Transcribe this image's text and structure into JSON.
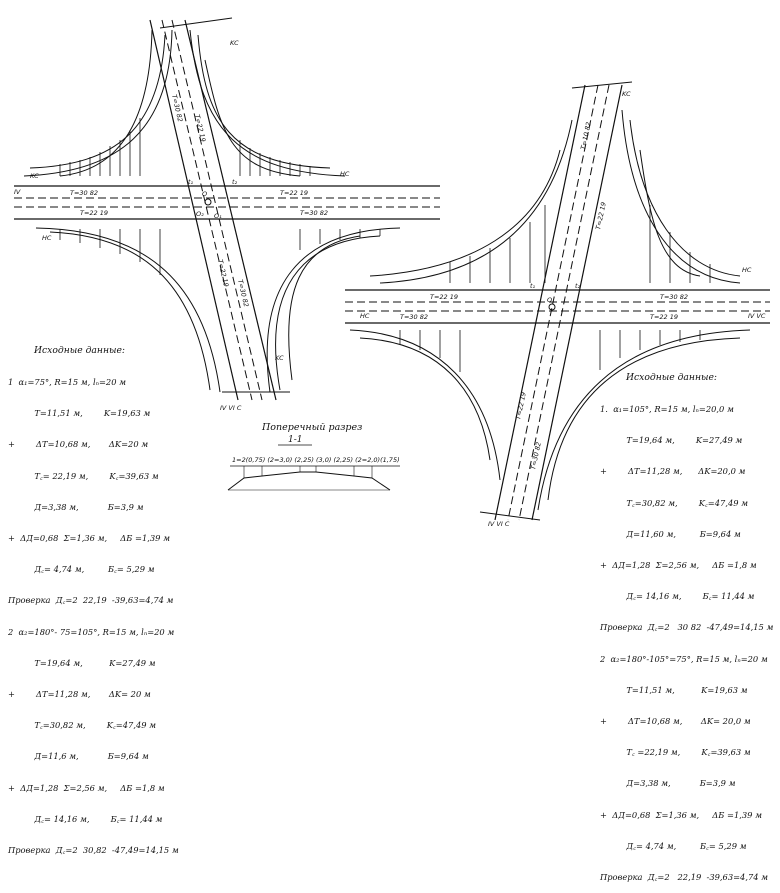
{
  "left_data": {
    "heading": "Исходные данные:",
    "lines": [
      "1  α₁=75°, R=15 м, lₙ=20 м",
      "          T=11,51 м,        K=19,63 м",
      "+        ΔT=10,68 м,       ΔK=20 м",
      "          T꜀= 22,19 м,        K꜀=39,63 м",
      "          Д=3,38 м,           Б=3,9 м",
      "+  ΔД=0,68  Σ=1,36 м,     ΔБ =1,39 м",
      "          Д꜀= 4,74 м,         Б꜀= 5,29 м",
      "Проверка  Д꜀=2  22,19  -39,63=4,74 м",
      "2  α₂=180°- 75=105°, R=15 м, lₙ=20 м",
      "          T=19,64 м,          K=27,49 м",
      "+        ΔT=11,28 м,       ΔK= 20 м",
      "          T꜀=30,82 м,        K꜀=47,49 м",
      "          Д=11,6 м,           Б=9,64 м",
      "+  ΔД=1,28  Σ=2,56 м,     ΔБ =1,8 м",
      "          Д꜀= 14,16 м,        Б꜀= 11,44 м",
      "Проверка  Д꜀=2  30,82  -47,49=14,15 м"
    ]
  },
  "right_data": {
    "heading": "Исходные данные:",
    "lines": [
      "1.  α₁=105°, R=15 м, lₙ=20,0 м",
      "          T=19,64 м,        K=27,49 м",
      "+        ΔT=11,28 м,      ΔK=20,0 м",
      "          T꜀=30,82 м,        K꜀=47,49 м",
      "          Д=11,60 м,         Б=9,64 м",
      "+  ΔД=1,28  Σ=2,56 м,     ΔБ =1,8 м",
      "          Д꜀= 14,16 м,        Б꜀= 11,44 м",
      "Проверка  Д꜀=2   30 82  -47,49=14,15 м",
      "2  α₂=180°-105°=75°, R=15 м, lₙ=20 м",
      "          T=11,51 м,          K=19,63 м",
      "+        ΔT=10,68 м,       ΔK= 20,0 м",
      "          T꜀ =22,19 м,        K꜀=39,63 м",
      "          Д=3,38 м,           Б=3,9 м",
      "+  ΔД=0,68  Σ=1,36 м,     ΔБ =1,39 м",
      "          Д꜀= 4,74 м,         Б꜀= 5,29 м",
      "Проверка  Д꜀=2   22,19  -39,63=4,74 м"
    ]
  },
  "section": {
    "title": "Поперечный разрез",
    "subtitle": "1-1",
    "dims": "1=2(0,75) (2=3,0) (2,25) (3,0) (2,25) (2=2,0)(1,75)"
  },
  "left_plan": {
    "road_t1": "T=30 82",
    "road_t2": "T=22 19",
    "road_t3": "T=22 19",
    "road_t4": "T=30 82",
    "diag_t1": "T=30 82",
    "diag_t2": "T=22 19",
    "diag_t3": "T=22 19",
    "diag_t4": "T=30 82",
    "kc": "KC",
    "nc": "HC",
    "corner_bl": "IV VI C",
    "corner_tl": "IV",
    "pt_o": "O",
    "pt_t1": "t₁",
    "pt_t2": "t₂",
    "pt_o1": "O₁",
    "pt_o2": "O₂"
  },
  "right_plan": {
    "road_t1": "T=22 19",
    "road_t2": "T=30 82",
    "road_t3": "T=30 82",
    "road_t4": "T=22 19",
    "diag_t1": "T=10 82",
    "diag_t2": "T=22 19",
    "diag_t3": "T=22 19",
    "diag_t4": "T=30 82",
    "kc": "KC",
    "nc": "HC",
    "corner_bl": "IV VI C",
    "corner_tr": "IV VC",
    "pt_o": "O",
    "pt_t1": "t₁",
    "pt_t2": "t₂"
  }
}
